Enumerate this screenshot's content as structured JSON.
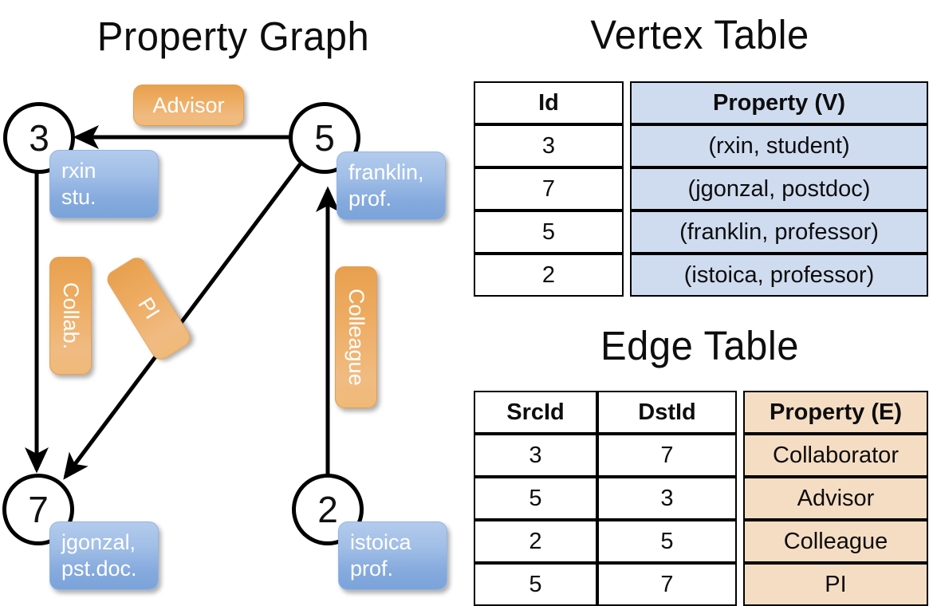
{
  "panels": {
    "graph_title": "Property Graph",
    "vertex_title": "Vertex Table",
    "edge_title": "Edge Table"
  },
  "graph": {
    "nodes": [
      {
        "id": "3",
        "property": "rxin\nstu."
      },
      {
        "id": "5",
        "property": "franklin,\nprof."
      },
      {
        "id": "7",
        "property": "jgonzal,\npst.doc."
      },
      {
        "id": "2",
        "property": "istoica\nprof."
      }
    ],
    "edge_labels": [
      {
        "name": "advisor",
        "text": "Advisor"
      },
      {
        "name": "collab",
        "text": "Collab."
      },
      {
        "name": "pi",
        "text": "PI"
      },
      {
        "name": "colleague",
        "text": "Colleague"
      }
    ]
  },
  "vertex_table": {
    "columns": [
      "Id",
      "Property (V)"
    ],
    "rows": [
      {
        "id": "3",
        "property": "(rxin, student)"
      },
      {
        "id": "7",
        "property": "(jgonzal, postdoc)"
      },
      {
        "id": "5",
        "property": "(franklin, professor)"
      },
      {
        "id": "2",
        "property": "(istoica, professor)"
      }
    ]
  },
  "edge_table": {
    "columns": [
      "SrcId",
      "DstId",
      "Property (E)"
    ],
    "rows": [
      {
        "src": "3",
        "dst": "7",
        "property": "Collaborator"
      },
      {
        "src": "5",
        "dst": "3",
        "property": "Advisor"
      },
      {
        "src": "2",
        "dst": "5",
        "property": "Colleague"
      },
      {
        "src": "5",
        "dst": "7",
        "property": "PI"
      }
    ]
  },
  "colors": {
    "vertex_header": "#cfdcf0",
    "edge_header": "#f5ddc4",
    "node_fill": "#ffffff",
    "vertex_box": "#8fb3e2",
    "edge_box": "#eead64",
    "stroke": "#000000"
  }
}
